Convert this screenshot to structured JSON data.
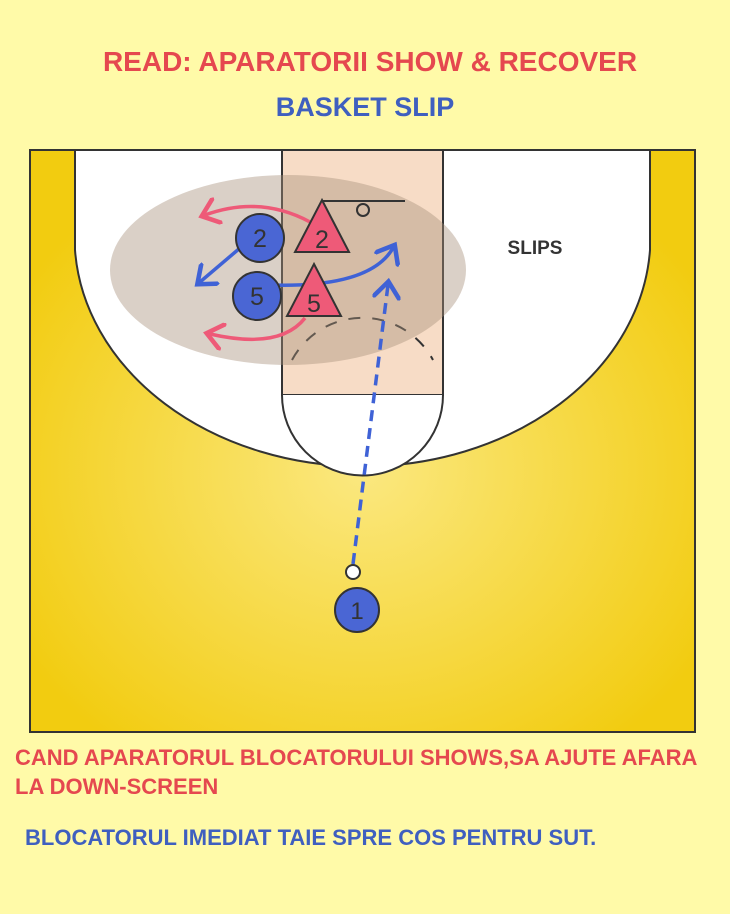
{
  "title": "READ: APARATORII SHOW & RECOVER",
  "subtitle": "BASKET SLIP",
  "court": {
    "zone_label": "SLIPS",
    "offense_players": [
      "2",
      "5",
      "1"
    ],
    "defense_players": [
      "2",
      "5"
    ]
  },
  "notes": {
    "defense": "CAND APARATORUL BLOCATORULUI SHOWS,SA AJUTE AFARA LA DOWN-SCREEN",
    "offense": "BLOCATORUL IMEDIAT TAIE SPRE COS PENTRU SUT."
  },
  "colors": {
    "background": "#fffaa8",
    "court": "#f5d21c",
    "offense": "#4a66d4",
    "defense": "#ee5a78",
    "title_red": "#e5484f",
    "title_blue": "#3f5fbf"
  }
}
